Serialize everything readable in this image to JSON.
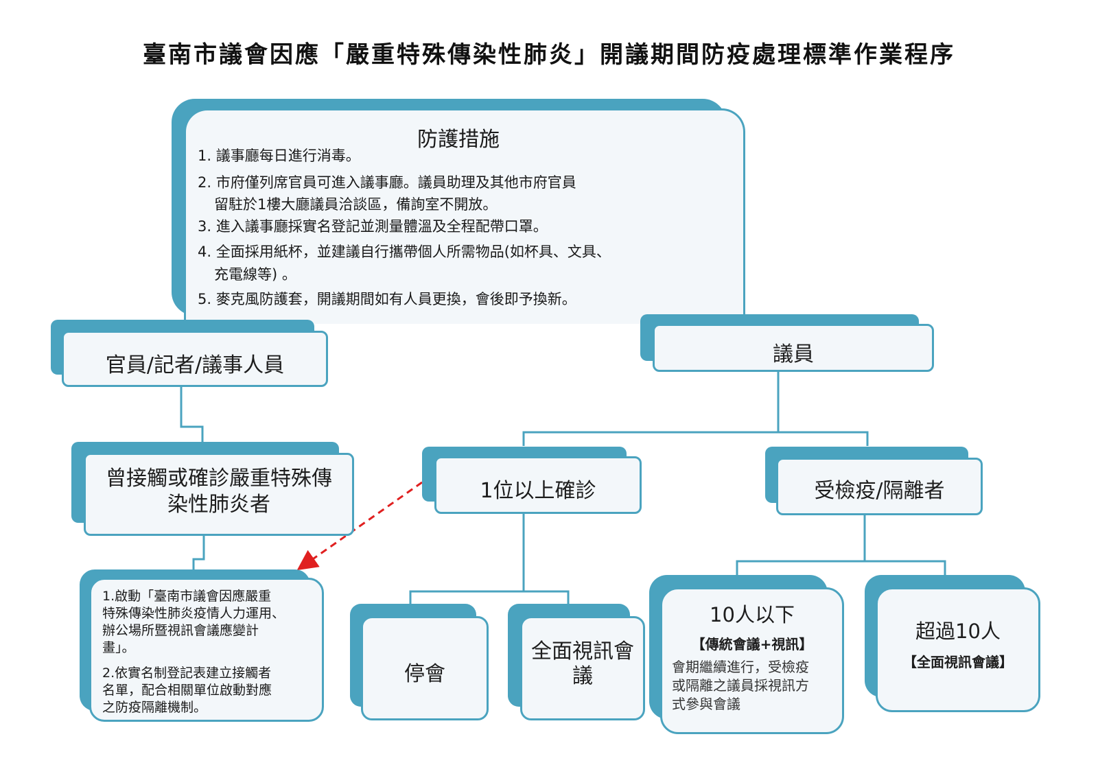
{
  "title": "臺南市議會因應「嚴重特殊傳染性肺炎」開議期間防疫處理標準作業程序",
  "protection": {
    "heading": "防護措施",
    "items": [
      "1. 議事廳每日進行消毒。",
      "2. 市府僅列席官員可進入議事廳。議員助理及其他市府官員",
      "留駐於1樓大廳議員洽談區，備詢室不開放。",
      "3. 進入議事廳採實名登記並測量體溫及全程配帶口罩。",
      "4. 全面採用紙杯，並建議自行攜帶個人所需物品(如杯具、文具、",
      "充電線等) 。",
      "5. 麥克風防護套，開議期間如有人員更換，會後即予換新。"
    ]
  },
  "officials": {
    "label": "官員/記者/議事人員"
  },
  "councilors": {
    "label": "議員"
  },
  "contact": {
    "line1": "曾接觸或確診嚴重特殊傳",
    "line2": "染性肺炎者"
  },
  "actions": {
    "item1": [
      "1.啟動「臺南市議會因應嚴重",
      "特殊傳染性肺炎疫情人力運用、",
      "辦公場所暨視訊會議應變計",
      "畫」。"
    ],
    "item2": [
      "2.依實名制登記表建立接觸者",
      "名單，配合相關單位啟動對應",
      "之防疫隔離機制。"
    ]
  },
  "confirmed": {
    "label": "1位以上確診"
  },
  "quarantine": {
    "label": "受檢疫/隔離者"
  },
  "suspend": {
    "label": "停會"
  },
  "fullvideo": {
    "line1": "全面視訊會",
    "line2": "議"
  },
  "under10": {
    "heading": "10人以下",
    "mode": "【傳統會議+視訊】",
    "desc": [
      "會期繼續進行，受檢疫",
      "或隔離之議員採視訊方",
      "式參與會議"
    ]
  },
  "over10": {
    "heading": "超過10人",
    "mode": "【全面視訊會議】"
  },
  "colors": {
    "frame": "#4aa3bf",
    "fill": "#f3f7fa",
    "arrow": "#e02020"
  }
}
